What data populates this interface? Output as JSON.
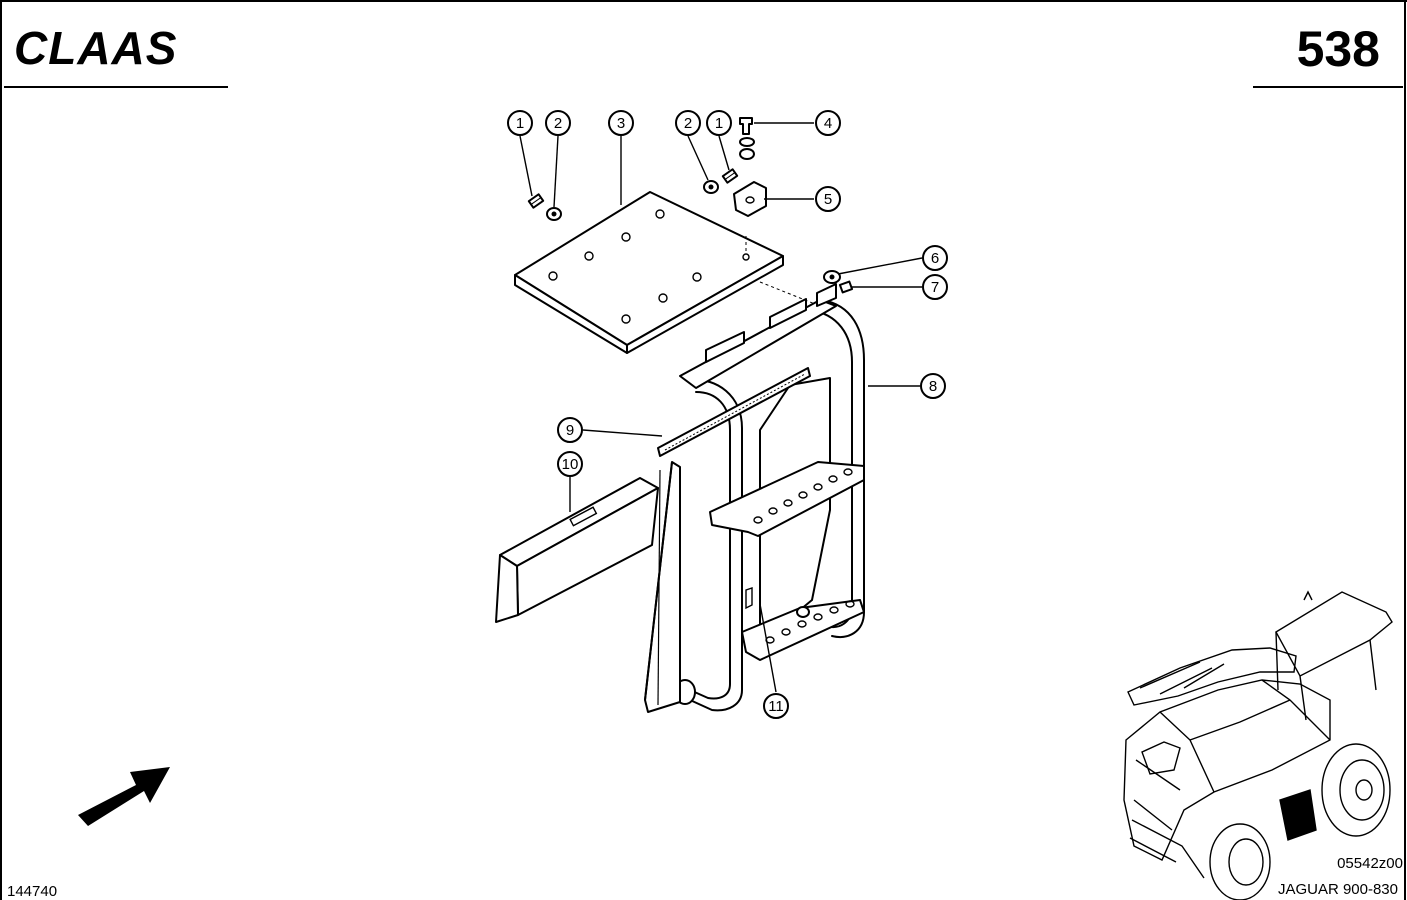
{
  "header": {
    "brand": "CLAAS",
    "page_number": "538"
  },
  "callouts": [
    {
      "number": "1"
    },
    {
      "number": "2"
    },
    {
      "number": "3"
    },
    {
      "number": "2"
    },
    {
      "number": "1"
    },
    {
      "number": "4"
    },
    {
      "number": "5"
    },
    {
      "number": "6"
    },
    {
      "number": "7"
    },
    {
      "number": "8"
    },
    {
      "number": "9"
    },
    {
      "number": "10"
    },
    {
      "number": "11"
    }
  ],
  "footer": {
    "left_code": "144740",
    "drawing_code": "05542z00",
    "model": "JAGUAR 900-830"
  },
  "icons": {
    "direction_arrow": "arrow-up-right-icon",
    "machine_thumbnail": "forage-harvester-icon"
  }
}
